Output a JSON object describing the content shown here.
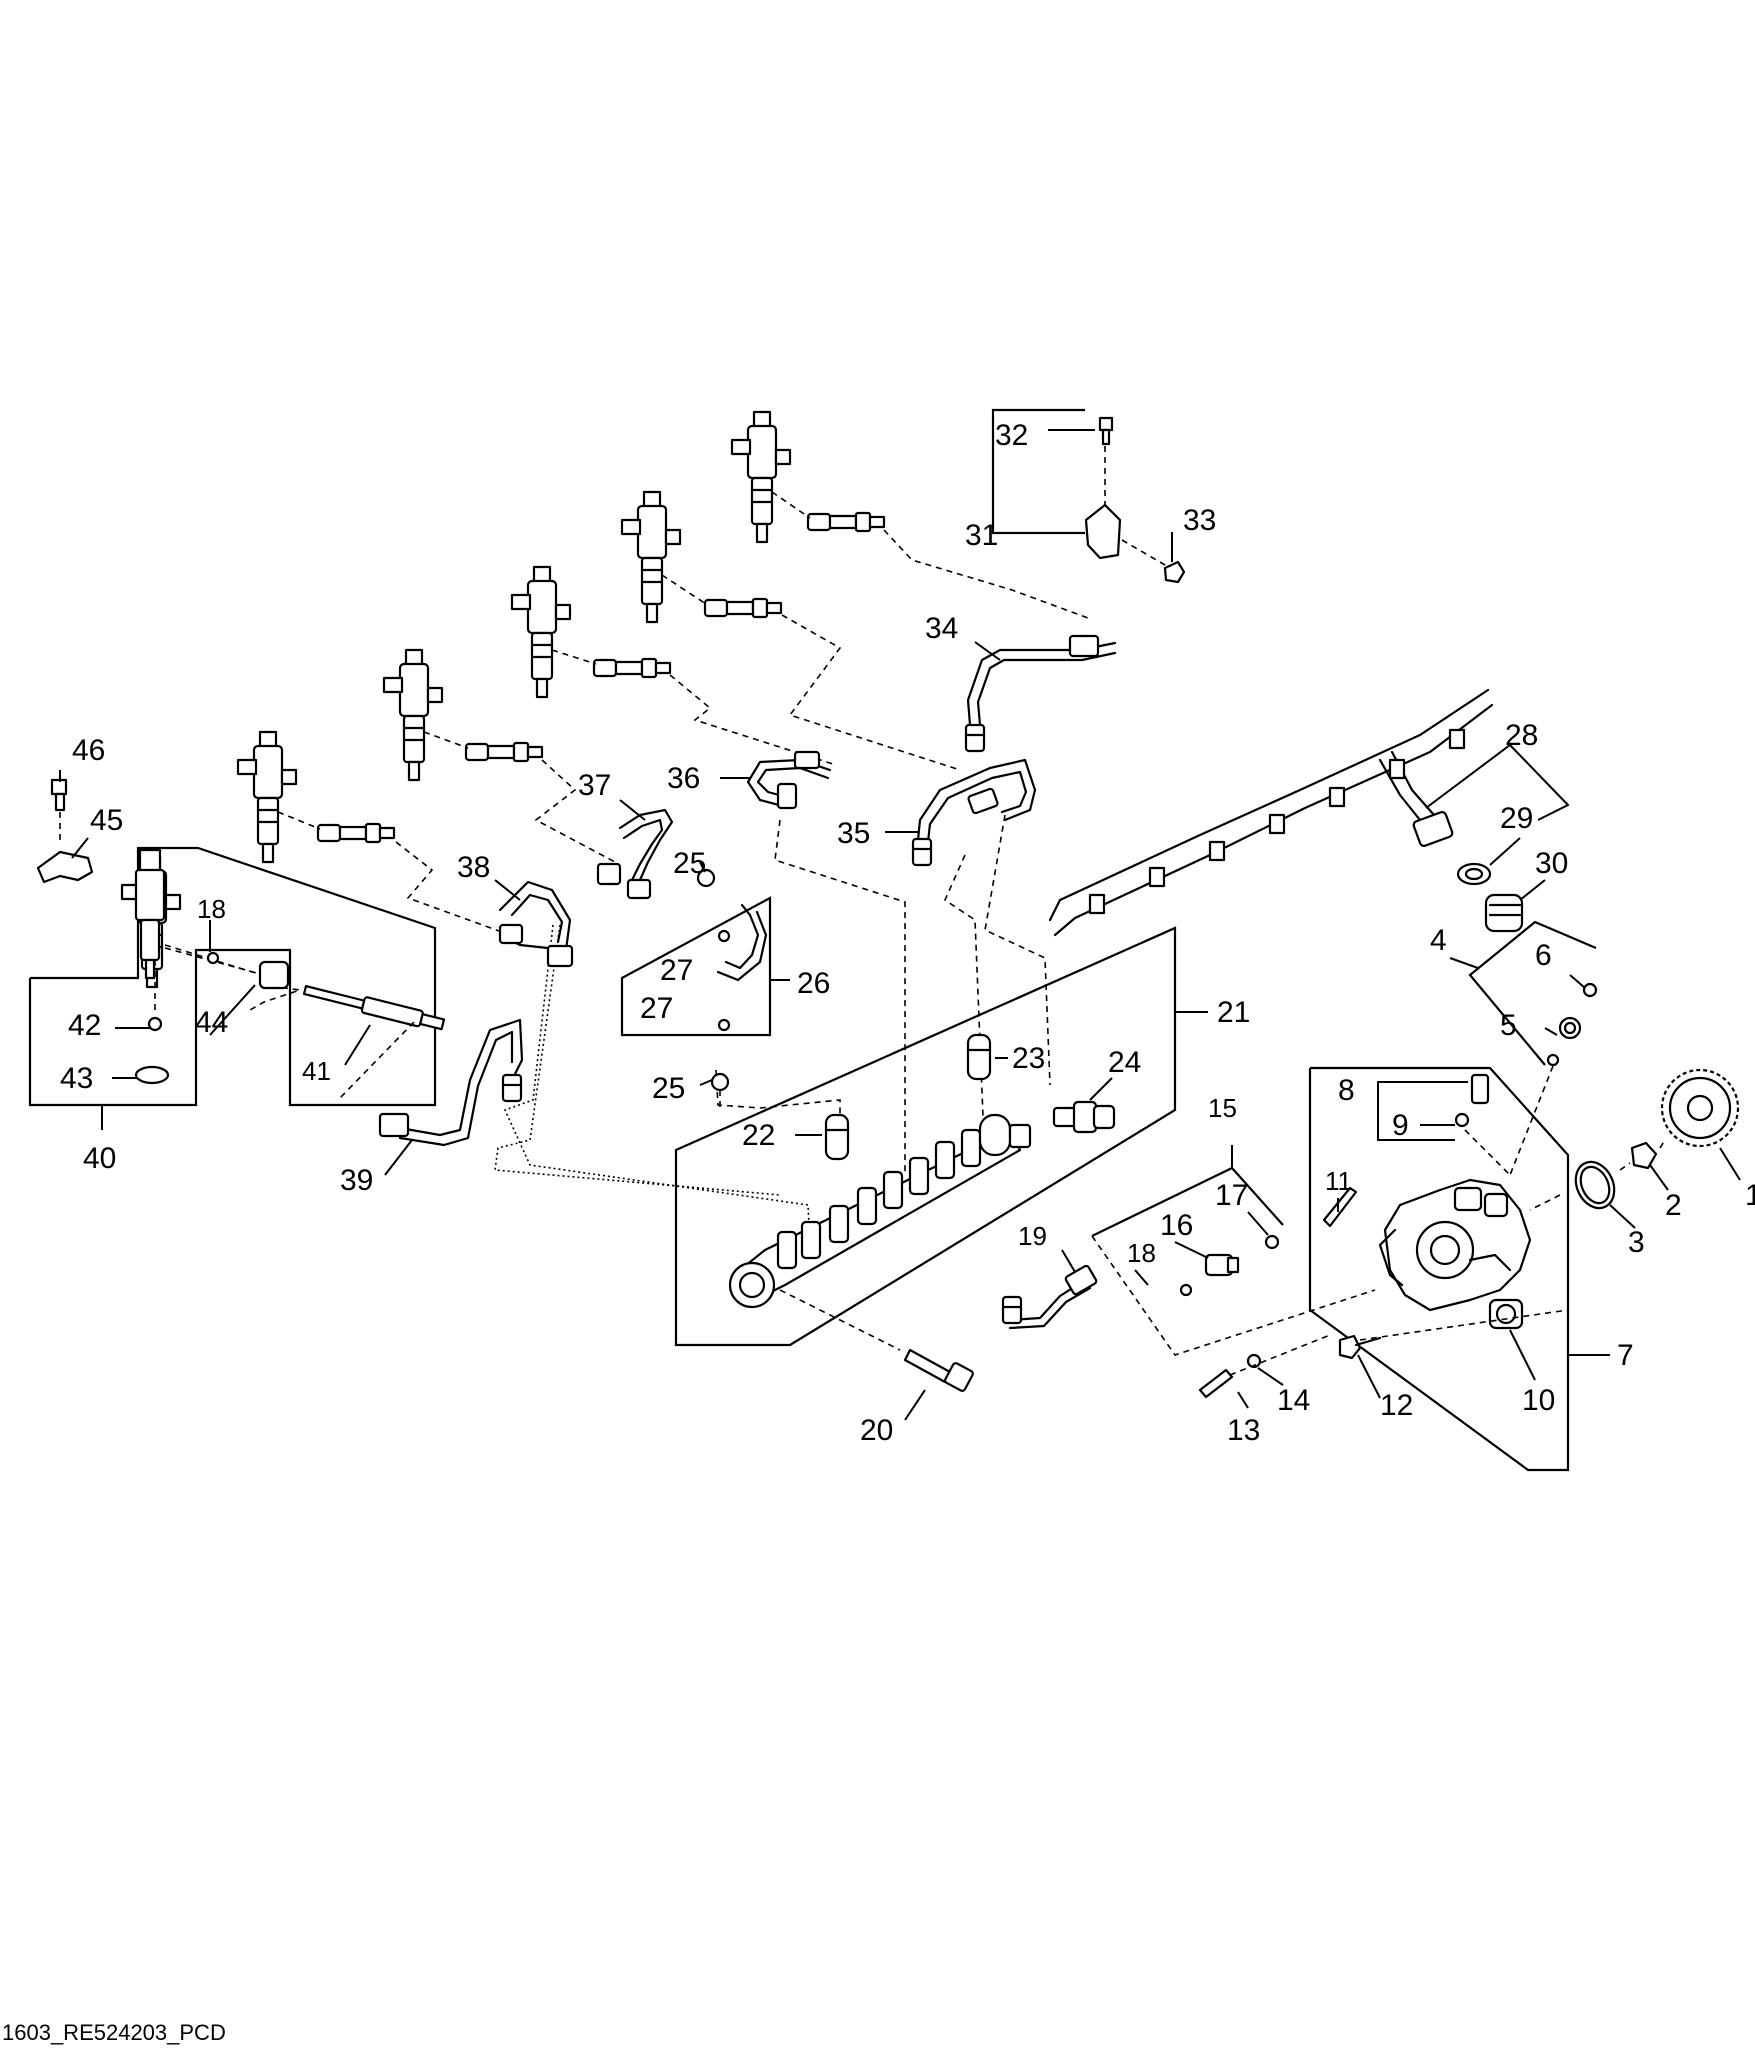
{
  "drawing_code": "1603_RE524203_PCD",
  "callouts": [
    {
      "label": "1"
    },
    {
      "label": "2"
    },
    {
      "label": "3"
    },
    {
      "label": "4"
    },
    {
      "label": "5"
    },
    {
      "label": "6"
    },
    {
      "label": "7"
    },
    {
      "label": "8"
    },
    {
      "label": "9"
    },
    {
      "label": "10"
    },
    {
      "label": "11"
    },
    {
      "label": "12"
    },
    {
      "label": "13"
    },
    {
      "label": "14"
    },
    {
      "label": "15"
    },
    {
      "label": "16"
    },
    {
      "label": "17"
    },
    {
      "label": "18"
    },
    {
      "label": "18"
    },
    {
      "label": "19"
    },
    {
      "label": "20"
    },
    {
      "label": "21"
    },
    {
      "label": "22"
    },
    {
      "label": "23"
    },
    {
      "label": "24"
    },
    {
      "label": "25"
    },
    {
      "label": "25"
    },
    {
      "label": "26"
    },
    {
      "label": "27"
    },
    {
      "label": "27"
    },
    {
      "label": "28"
    },
    {
      "label": "29"
    },
    {
      "label": "30"
    },
    {
      "label": "31"
    },
    {
      "label": "32"
    },
    {
      "label": "33"
    },
    {
      "label": "34"
    },
    {
      "label": "35"
    },
    {
      "label": "36"
    },
    {
      "label": "37"
    },
    {
      "label": "38"
    },
    {
      "label": "39"
    },
    {
      "label": "40"
    },
    {
      "label": "41"
    },
    {
      "label": "42"
    },
    {
      "label": "43"
    },
    {
      "label": "44"
    },
    {
      "label": "45"
    },
    {
      "label": "46"
    }
  ]
}
